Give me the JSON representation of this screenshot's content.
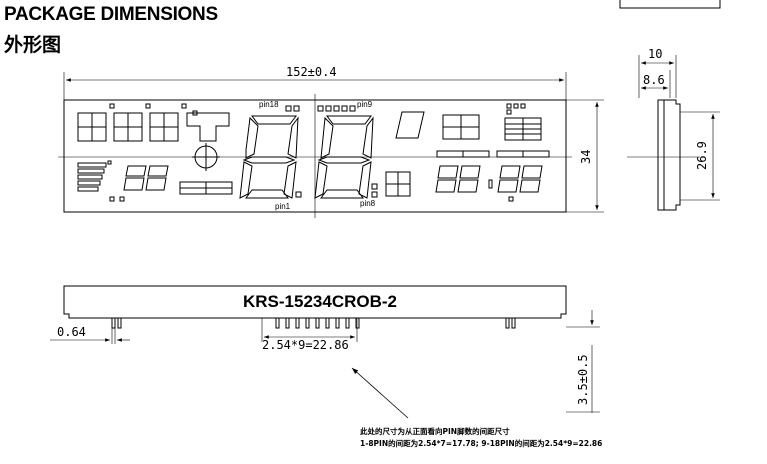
{
  "header": {
    "title": "PACKAGE DIMENSIONS",
    "subtitle": "外形图"
  },
  "dimensions": {
    "overall_width": "152±0.4",
    "overall_height": "34",
    "depth_outer": "10",
    "depth_inner": "8.6",
    "side_height": "26.9",
    "pin_width": "0.64",
    "pin_pitch_total": "2.54*9=22.86",
    "pin_length": "3.5±0.5"
  },
  "pin_labels": {
    "pin18": "pin18",
    "pin9": "pin9",
    "pin1": "pin1",
    "pin8": "pin8"
  },
  "model_number": "KRS-15234CROB-2",
  "notes": {
    "line1": "此处的尺寸为从正面看向PIN脚数的间距尺寸",
    "line2": "1-8PIN的间距为2.54*7=17.78; 9-18PIN的间距为2.54*9=22.86"
  }
}
